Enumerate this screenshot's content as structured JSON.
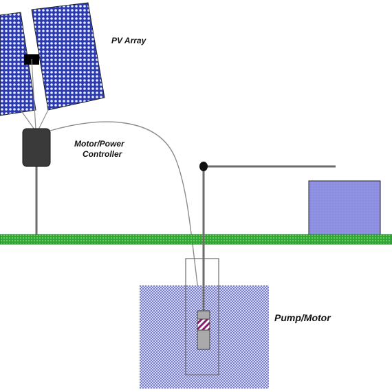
{
  "labels": {
    "pv_array": "PV Array",
    "controller_line1": "Motor/Power",
    "controller_line2": "Controller",
    "pump_motor": "Pump/Motor"
  },
  "colors": {
    "panel": "#2b3ab0",
    "panel_dot": "#e8ecff",
    "ground": "#2fa83a",
    "ground_dot": "#a6e06b",
    "tank": "#8c8ee0",
    "water": "#7f86d6",
    "controller": "#3a3a3a",
    "pipe": "#6b6b6b",
    "wire": "#8c8c8c"
  }
}
